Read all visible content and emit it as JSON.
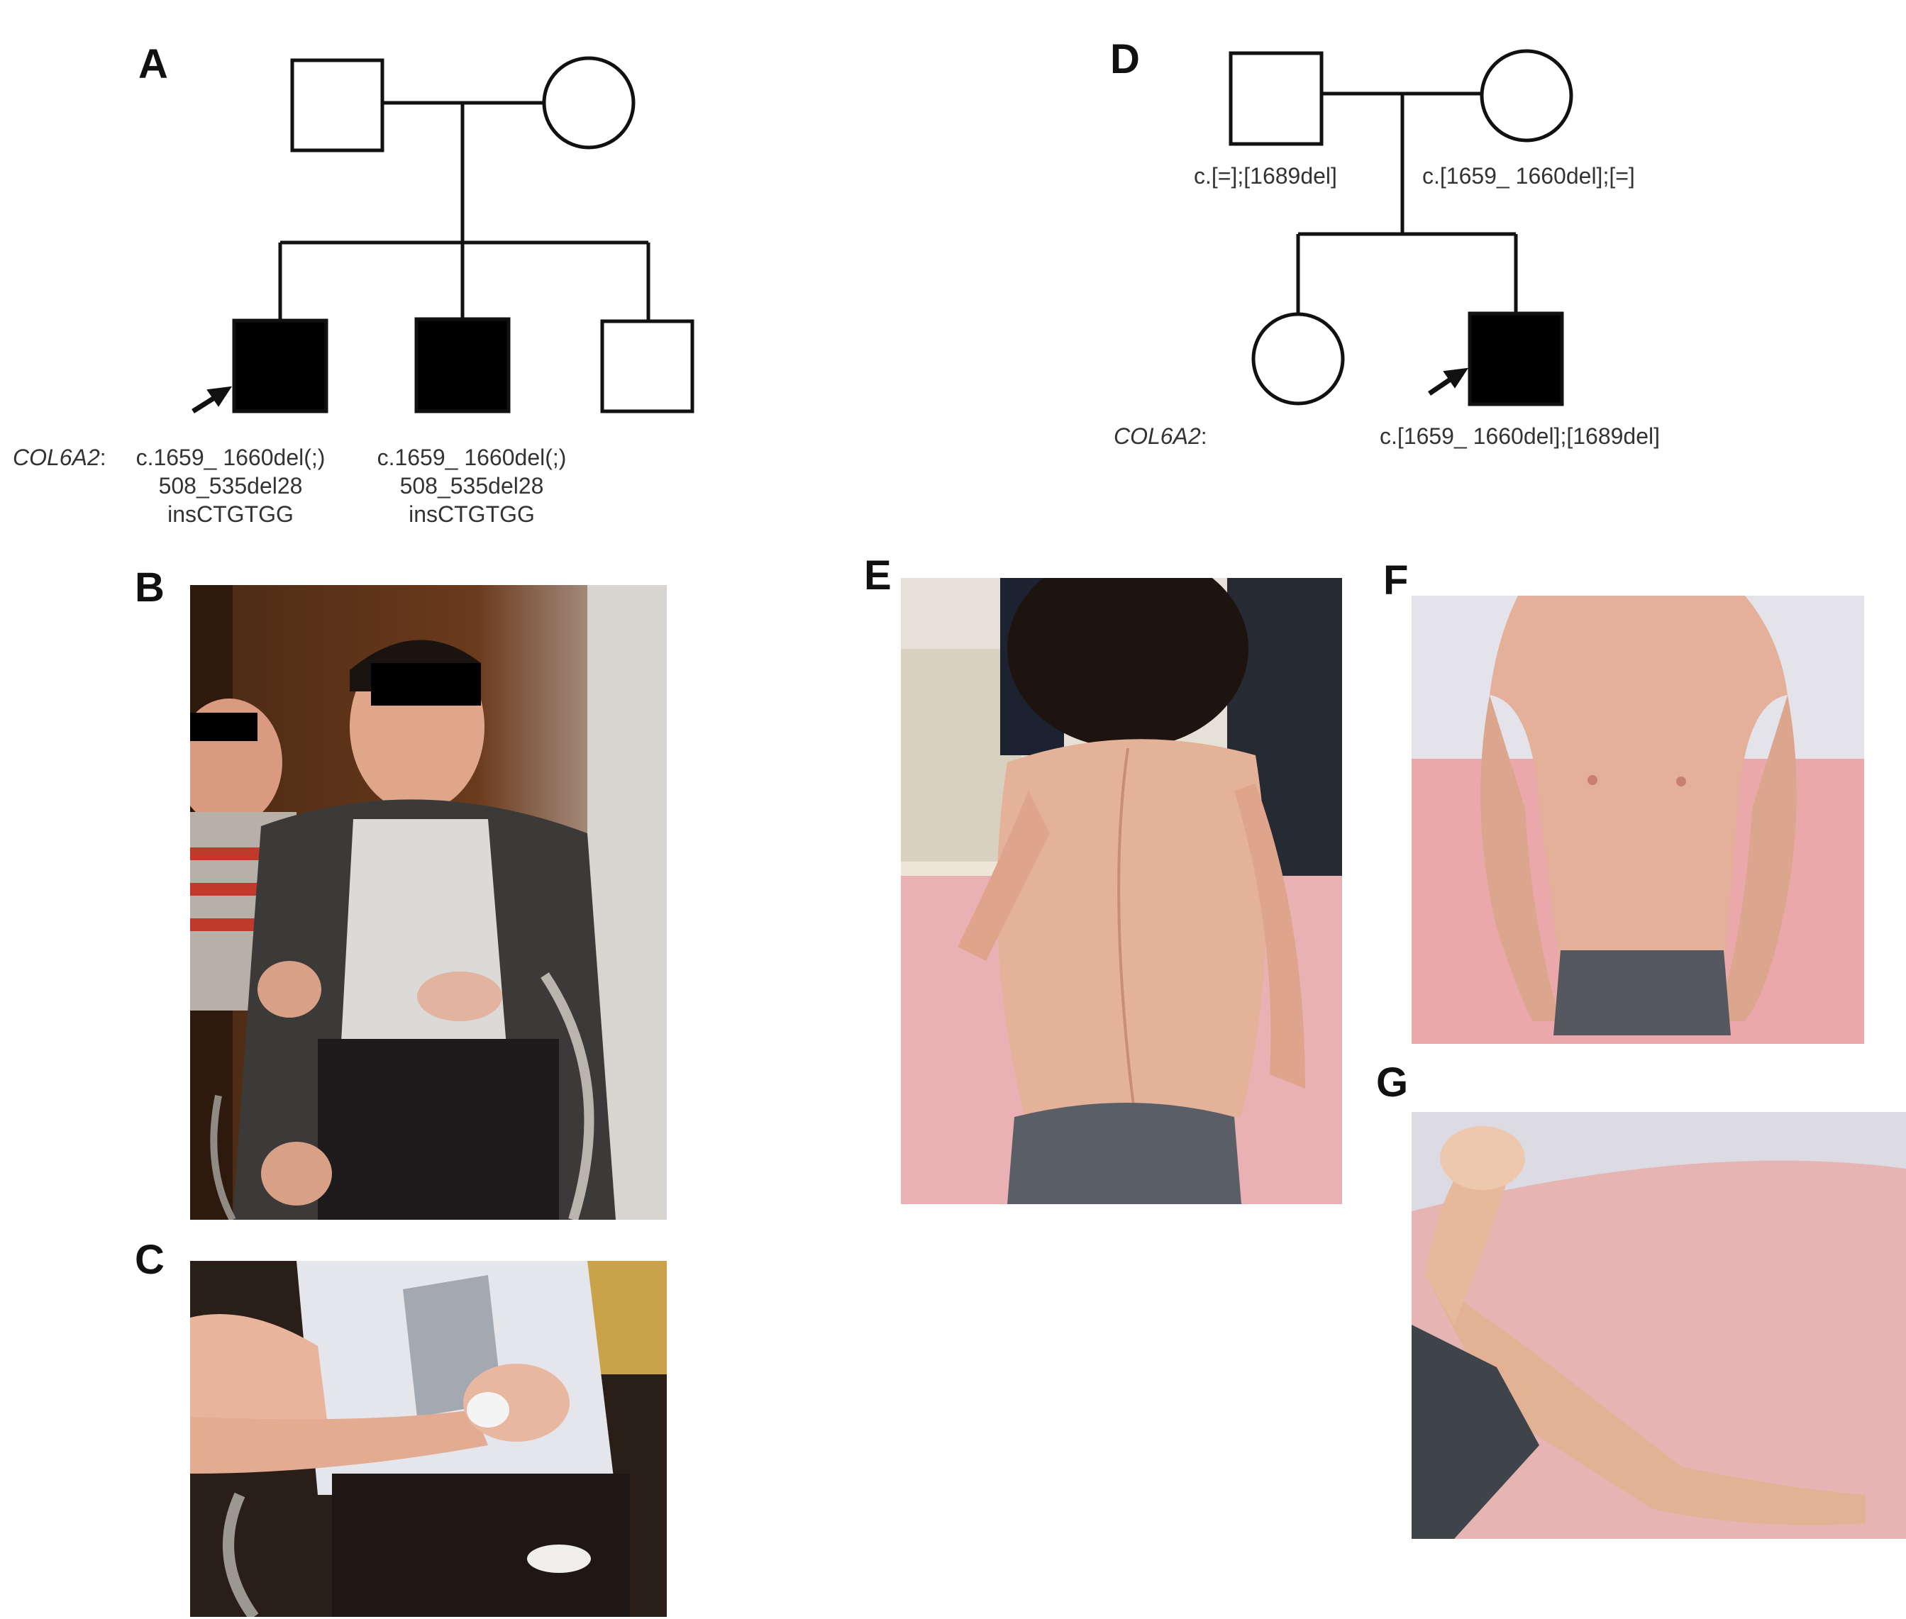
{
  "panels": {
    "A": "A",
    "B": "B",
    "C": "C",
    "D": "D",
    "E": "E",
    "F": "F",
    "G": "G"
  },
  "pedigree_a": {
    "gene_label": "COL6A2",
    "colon": ":",
    "proband_genotype": [
      "c.1659_ 1660del(;)",
      "508_535del28",
      "insCTGTGG"
    ],
    "sibling_genotype": [
      "c.1659_ 1660del(;)",
      "508_535del28",
      "insCTGTGG"
    ]
  },
  "pedigree_d": {
    "father_genotype": "c.[=];[1689del]",
    "mother_genotype": "c.[1659_ 1660del];[=]",
    "gene_label": "COL6A2",
    "colon": ":",
    "proband_genotype": "c.[1659_ 1660del];[1689del]"
  },
  "colors": {
    "affected": "#000000",
    "line": "#111111",
    "bedsheet": "#e9a3a6",
    "skin": "#e8b49c"
  }
}
